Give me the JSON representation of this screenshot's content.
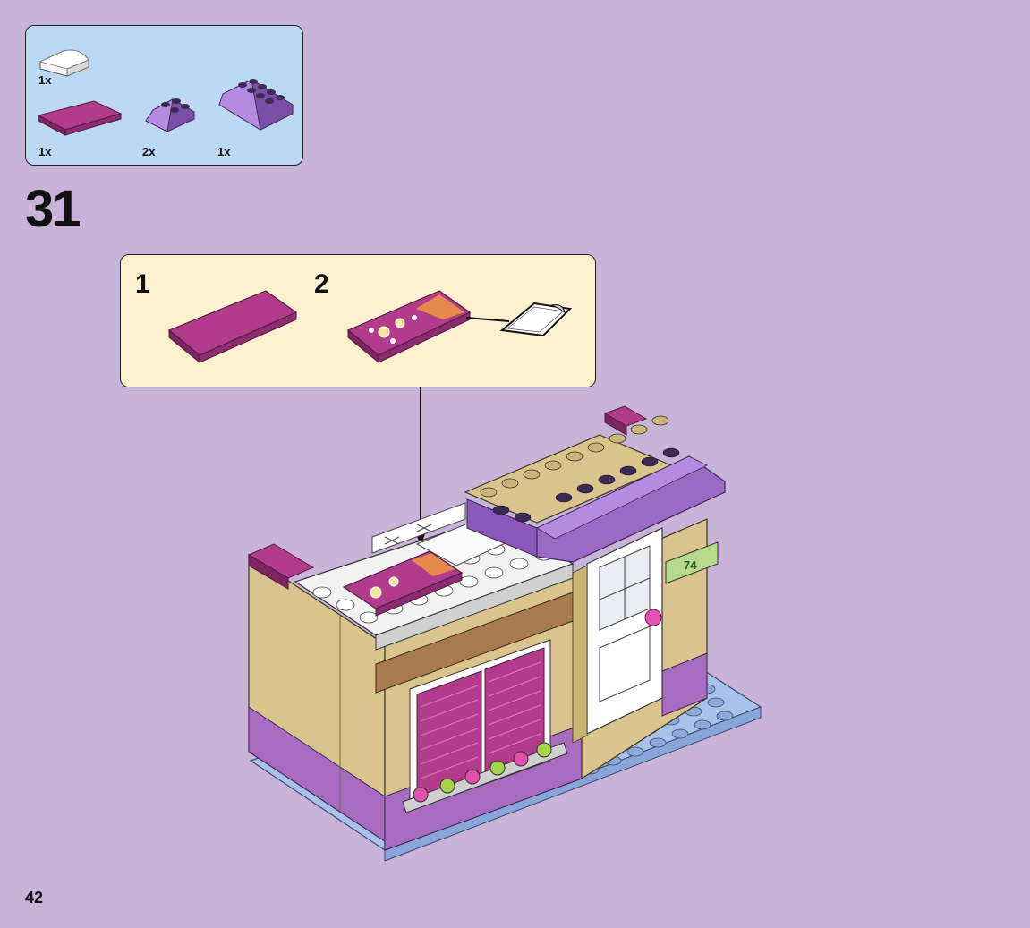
{
  "parts_list": {
    "items": [
      {
        "name": "white curved slope",
        "qty": "1x",
        "color": "#f4f4f4"
      },
      {
        "name": "magenta tile 2x4",
        "qty": "1x",
        "color": "#a8347f"
      },
      {
        "name": "lavender slope 2x2",
        "qty": "2x",
        "color": "#9b6cc4"
      },
      {
        "name": "lavender slope 2x4",
        "qty": "1x",
        "color": "#9b6cc4"
      }
    ]
  },
  "step": {
    "number": "31"
  },
  "substeps": [
    {
      "number": "1"
    },
    {
      "number": "2"
    }
  ],
  "build": {
    "address_plate": "74"
  },
  "page": {
    "number": "42"
  },
  "colors": {
    "background": "#c9b4d9",
    "parts_box": "#bcd8f3",
    "substep_box": "#fdf0cf",
    "magenta": "#a8347f",
    "lavender": "#9b6cc4",
    "tan": "#d9c68f"
  }
}
